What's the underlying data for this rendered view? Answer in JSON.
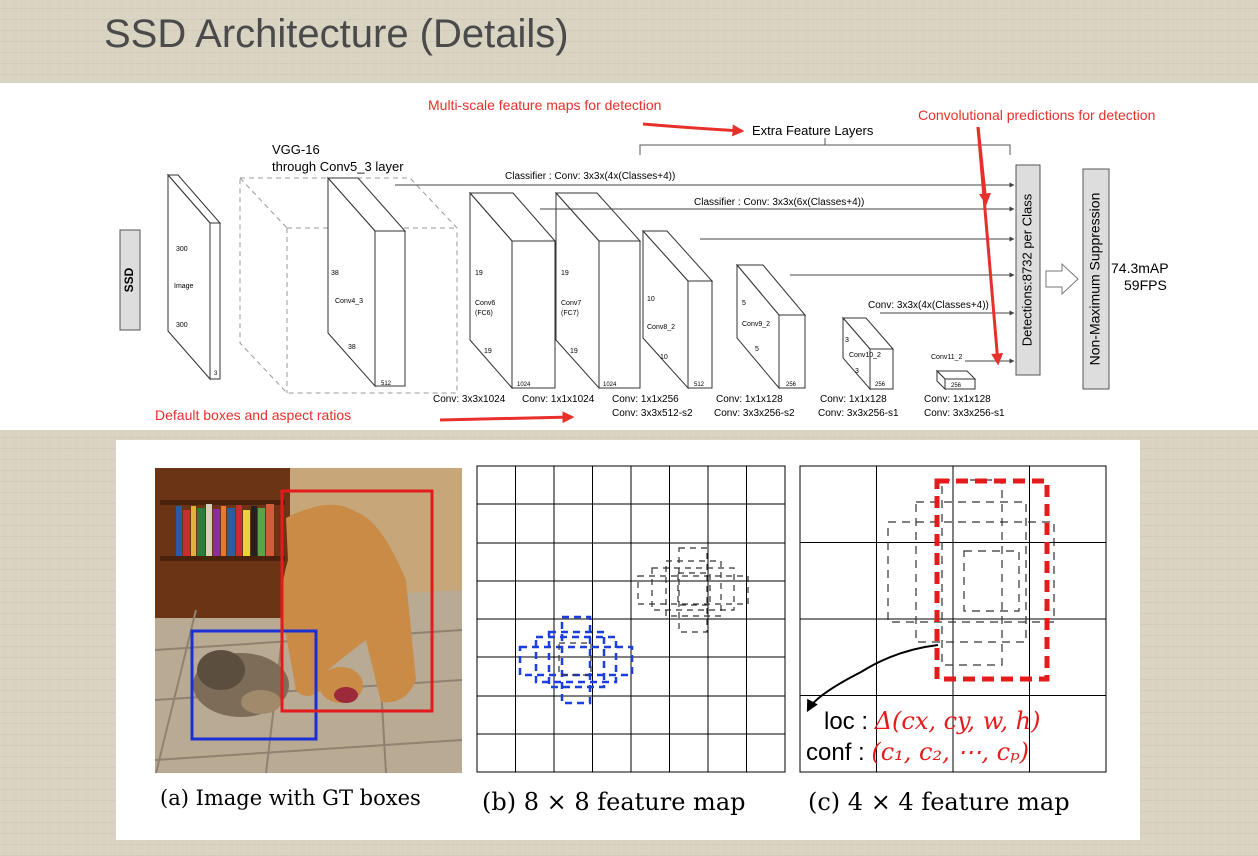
{
  "slide": {
    "title": "SSD Architecture (Details)"
  },
  "architecture": {
    "network_label": "SSD",
    "vgg_label_1": "VGG-16",
    "vgg_label_2": "through Conv5_3 layer",
    "annotations": {
      "multiscale": "Multi-scale feature maps for detection",
      "conv_predictions": "Convolutional predictions for detection",
      "default_boxes": "Default boxes and aspect ratios",
      "extra_layers": "Extra Feature Layers"
    },
    "classifiers": {
      "c1": "Classifier : Conv: 3x3x(4x(Classes+4))",
      "c2": "Classifier : Conv: 3x3x(6x(Classes+4))",
      "c3": "Conv: 3x3x(4x(Classes+4))"
    },
    "input": {
      "dim1": "300",
      "name": "Image",
      "dim2": "300",
      "depth": "3"
    },
    "conv4_3": {
      "dim1": "38",
      "name": "Conv4_3",
      "dim2": "38",
      "depth": "512"
    },
    "conv6": {
      "dim1": "19",
      "name1": "Conv6",
      "name2": "(FC6)",
      "dim2": "19",
      "depth": "1024"
    },
    "conv7": {
      "dim1": "19",
      "name1": "Conv7",
      "name2": "(FC7)",
      "dim2": "19",
      "depth": "1024"
    },
    "conv8": {
      "dim1": "10",
      "name": "Conv8_2",
      "dim2": "10",
      "depth": "512"
    },
    "conv9": {
      "dim1": "5",
      "name": "Conv9_2",
      "dim2": "5",
      "depth": "256"
    },
    "conv10": {
      "dim1": "3",
      "name": "Conv10_2",
      "dim2": "3",
      "depth": "256"
    },
    "conv11": {
      "name": "Conv11_2",
      "depth": "256"
    },
    "conv_ops": {
      "op1": "Conv: 3x3x1024",
      "op2": "Conv: 1x1x1024",
      "op3a": "Conv: 1x1x256",
      "op3b": "Conv: 3x3x512-s2",
      "op4a": "Conv: 1x1x128",
      "op4b": "Conv: 3x3x256-s2",
      "op5a": "Conv: 1x1x128",
      "op5b": "Conv: 3x3x256-s1",
      "op6a": "Conv: 1x1x128",
      "op6b": "Conv: 3x3x256-s1"
    },
    "detections": "Detections:8732  per Class",
    "nms": "Non-Maximum Suppression",
    "result_map": "74.3mAP",
    "result_fps": "59FPS"
  },
  "examples": {
    "caption_a": "(a) Image with GT boxes",
    "caption_b": "(b) 8 × 8 feature map",
    "caption_c": "(c) 4 × 4 feature map",
    "loc_label": "loc : ",
    "loc_value": "Δ(cx, cy, w, h)",
    "conf_label": "conf : ",
    "conf_value": "(c₁, c₂, ⋯, cₚ)"
  },
  "colors": {
    "annotation_red": "#e8302a",
    "gt_cat_box": "#1a2fd6",
    "gt_dog_box": "#e31b1b",
    "default_box_blue": "#1a3ee0",
    "default_box_red": "#e31b1b"
  }
}
